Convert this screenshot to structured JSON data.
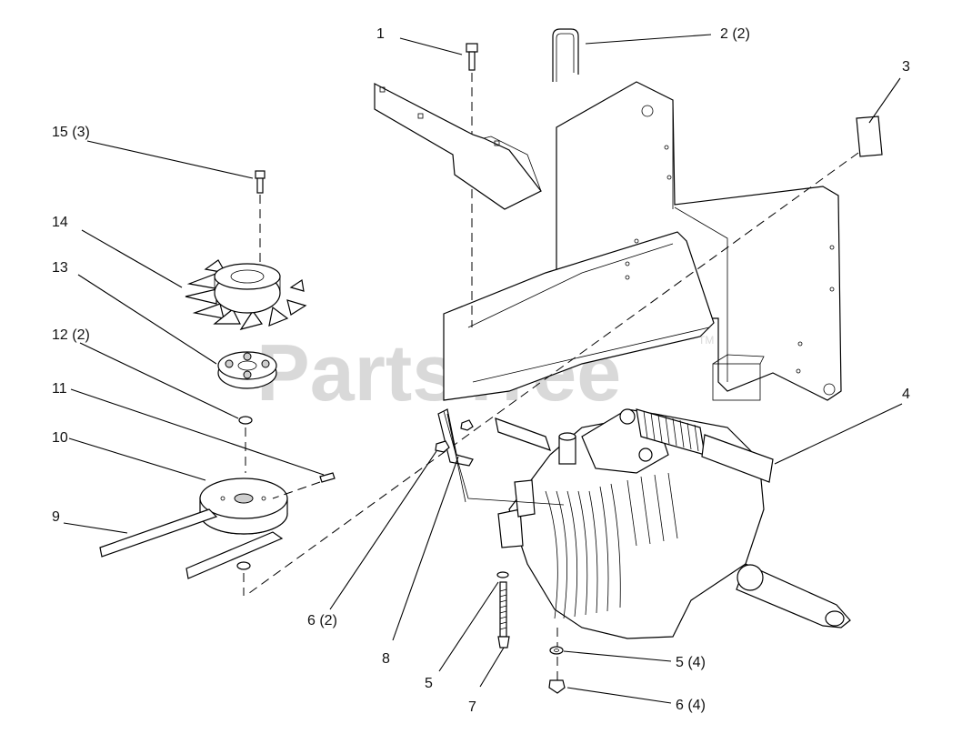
{
  "watermark": {
    "text": "PartsTree",
    "trademark": "TM"
  },
  "callouts": [
    {
      "id": "1",
      "label": "1"
    },
    {
      "id": "2",
      "label": "2 (2)"
    },
    {
      "id": "3",
      "label": "3"
    },
    {
      "id": "4",
      "label": "4"
    },
    {
      "id": "5a",
      "label": "5"
    },
    {
      "id": "5b",
      "label": "5 (4)"
    },
    {
      "id": "6a",
      "label": "6 (2)"
    },
    {
      "id": "6b",
      "label": "6 (4)"
    },
    {
      "id": "7",
      "label": "7"
    },
    {
      "id": "8",
      "label": "8"
    },
    {
      "id": "9",
      "label": "9"
    },
    {
      "id": "10",
      "label": "10"
    },
    {
      "id": "11",
      "label": "11"
    },
    {
      "id": "12",
      "label": "12 (2)"
    },
    {
      "id": "13",
      "label": "13"
    },
    {
      "id": "14",
      "label": "14"
    },
    {
      "id": "15",
      "label": "15 (3)"
    }
  ]
}
